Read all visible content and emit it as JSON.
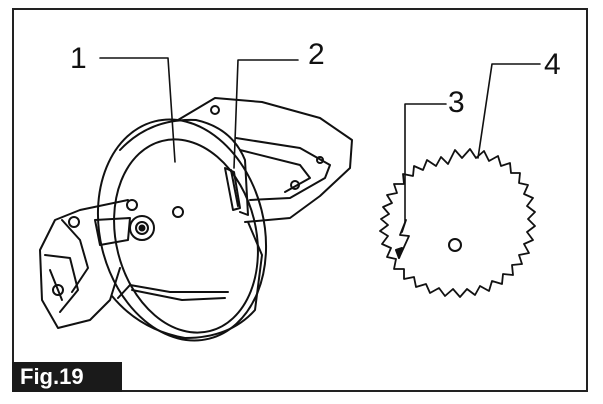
{
  "figure": {
    "label": "Fig.19",
    "callouts": [
      {
        "id": "1",
        "text": "1"
      },
      {
        "id": "2",
        "text": "2"
      },
      {
        "id": "3",
        "text": "3"
      },
      {
        "id": "4",
        "text": "4"
      }
    ]
  },
  "colors": {
    "ink": "#111111",
    "label_bg": "#1a1a1a",
    "label_text": "#ffffff"
  }
}
